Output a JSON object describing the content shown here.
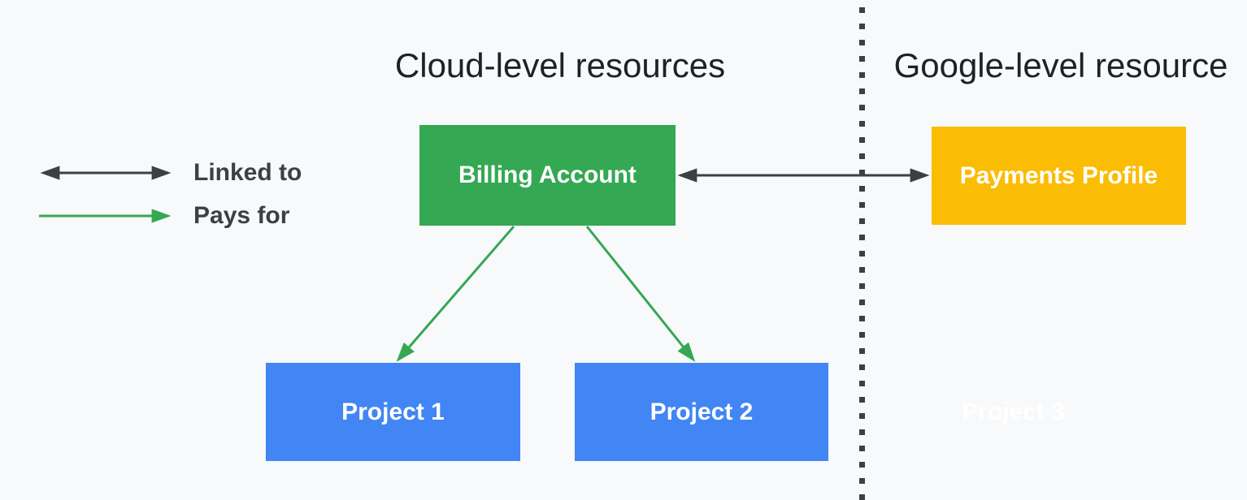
{
  "titles": {
    "cloud": "Cloud-level resources",
    "google": "Google-level resource"
  },
  "legend": {
    "linked_to": "Linked to",
    "pays_for": "Pays for"
  },
  "nodes": {
    "billing_account": "Billing Account",
    "payments_profile": "Payments Profile",
    "project_1": "Project 1",
    "project_2": "Project 2",
    "project_3": "Project 3"
  },
  "colors": {
    "background": "#f8f9fa",
    "green": "#34a853",
    "yellow": "#fbbc04",
    "blue": "#4285f4",
    "dark": "#3c4043",
    "title_text": "#202124",
    "white": "#ffffff"
  }
}
